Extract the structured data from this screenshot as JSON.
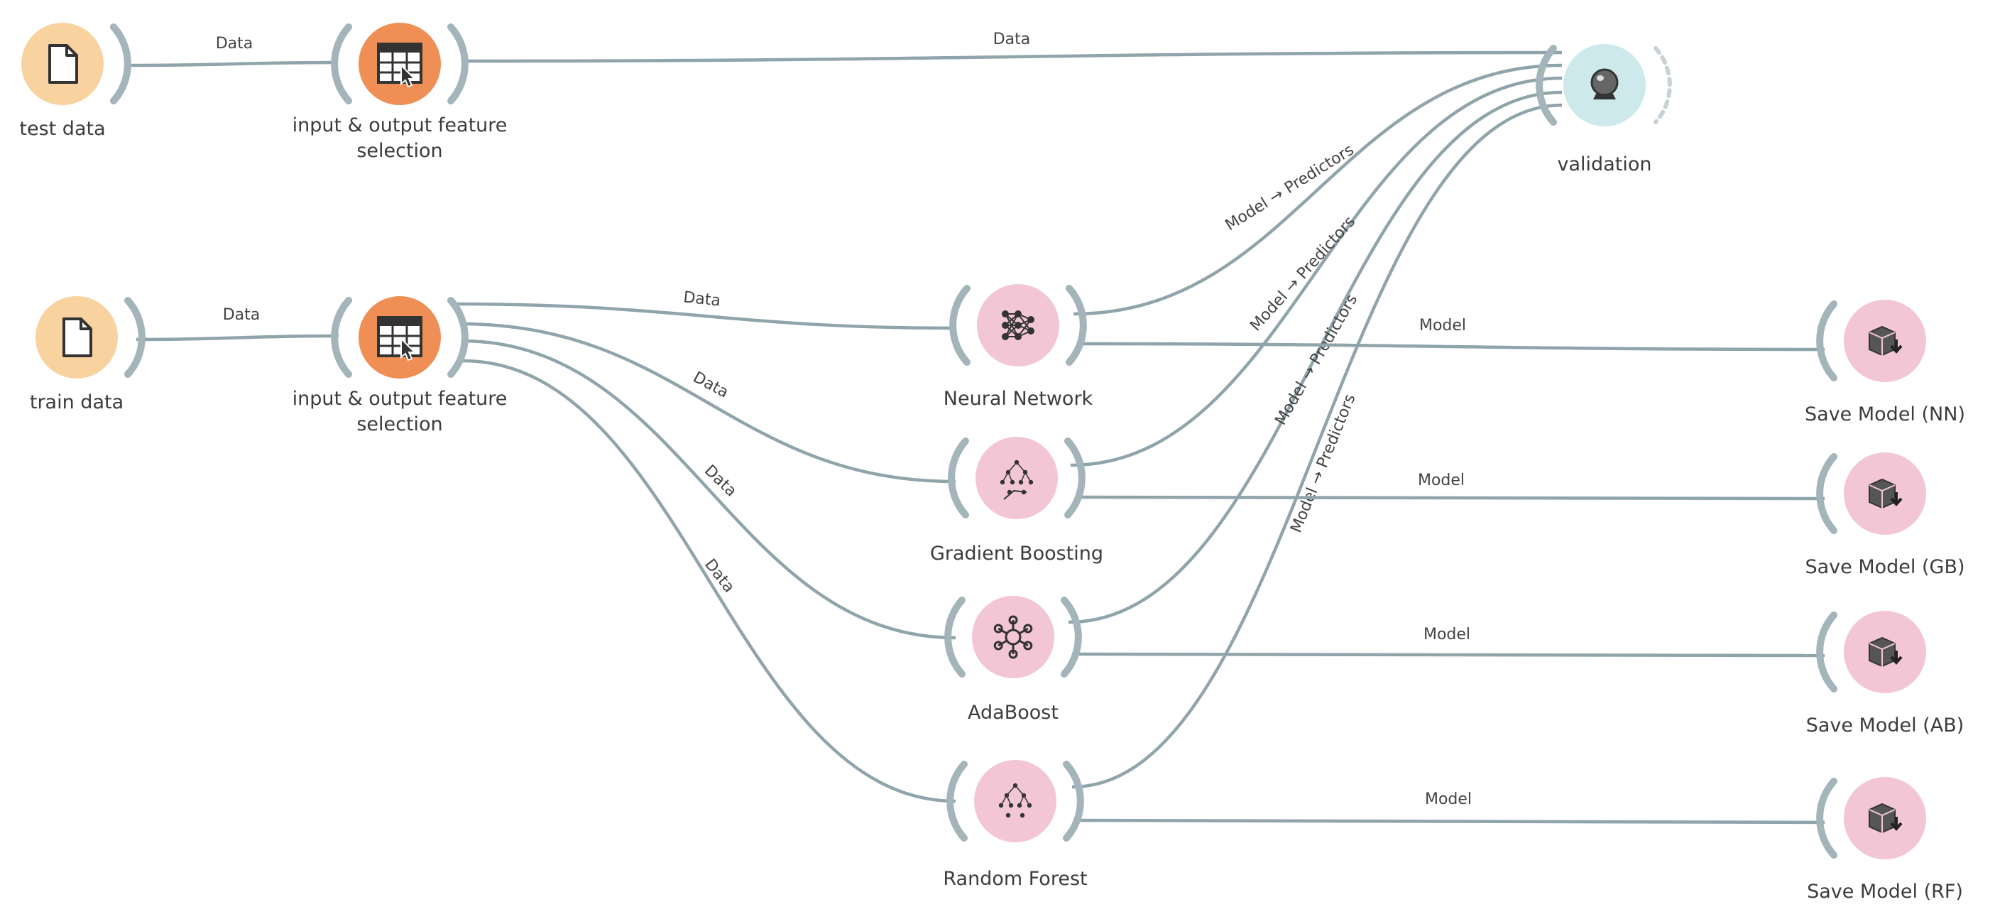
{
  "colors": {
    "file": "#f8d3a0",
    "select": "#ef8f55",
    "learner": "#f3c6d6",
    "save": "#f3c6d6",
    "validation": "#cde9ec",
    "link": "#8fa4ab",
    "icon": "#333333"
  },
  "nodes": [
    {
      "id": "test_data",
      "label": "test data",
      "kind": "file",
      "icon": "file-icon"
    },
    {
      "id": "select_test",
      "label": "input & output feature\nselection",
      "kind": "select",
      "icon": "select-columns-icon"
    },
    {
      "id": "train_data",
      "label": "train data",
      "kind": "file",
      "icon": "file-icon"
    },
    {
      "id": "select_train",
      "label": "input & output feature\nselection",
      "kind": "select",
      "icon": "select-columns-icon"
    },
    {
      "id": "validation",
      "label": "validation",
      "kind": "validation",
      "icon": "predictions-icon"
    },
    {
      "id": "nn",
      "label": "Neural Network",
      "kind": "learner",
      "icon": "neural-network-icon"
    },
    {
      "id": "gb",
      "label": "Gradient Boosting",
      "kind": "learner",
      "icon": "gradient-boosting-icon"
    },
    {
      "id": "ab",
      "label": "AdaBoost",
      "kind": "learner",
      "icon": "adaboost-icon"
    },
    {
      "id": "rf",
      "label": "Random Forest",
      "kind": "learner",
      "icon": "random-forest-icon"
    },
    {
      "id": "save_nn",
      "label": "Save Model (NN)",
      "kind": "save",
      "icon": "save-model-icon"
    },
    {
      "id": "save_gb",
      "label": "Save Model (GB)",
      "kind": "save",
      "icon": "save-model-icon"
    },
    {
      "id": "save_ab",
      "label": "Save Model (AB)",
      "kind": "save",
      "icon": "save-model-icon"
    },
    {
      "id": "save_rf",
      "label": "Save Model (RF)",
      "kind": "save",
      "icon": "save-model-icon"
    }
  ],
  "links": [
    {
      "from": "test_data",
      "to": "select_test",
      "label": "Data"
    },
    {
      "from": "select_test",
      "to": "validation",
      "label": "Data"
    },
    {
      "from": "train_data",
      "to": "select_train",
      "label": "Data"
    },
    {
      "from": "select_train",
      "to": "nn",
      "label": "Data"
    },
    {
      "from": "select_train",
      "to": "gb",
      "label": "Data"
    },
    {
      "from": "select_train",
      "to": "ab",
      "label": "Data"
    },
    {
      "from": "select_train",
      "to": "rf",
      "label": "Data"
    },
    {
      "from": "nn",
      "to": "validation",
      "label": "Model → Predictors"
    },
    {
      "from": "gb",
      "to": "validation",
      "label": "Model → Predictors"
    },
    {
      "from": "ab",
      "to": "validation",
      "label": "Model → Predictors"
    },
    {
      "from": "rf",
      "to": "validation",
      "label": "Model → Predictors"
    },
    {
      "from": "nn",
      "to": "save_nn",
      "label": "Model"
    },
    {
      "from": "gb",
      "to": "save_gb",
      "label": "Model"
    },
    {
      "from": "ab",
      "to": "save_ab",
      "label": "Model"
    },
    {
      "from": "rf",
      "to": "save_rf",
      "label": "Model"
    }
  ]
}
